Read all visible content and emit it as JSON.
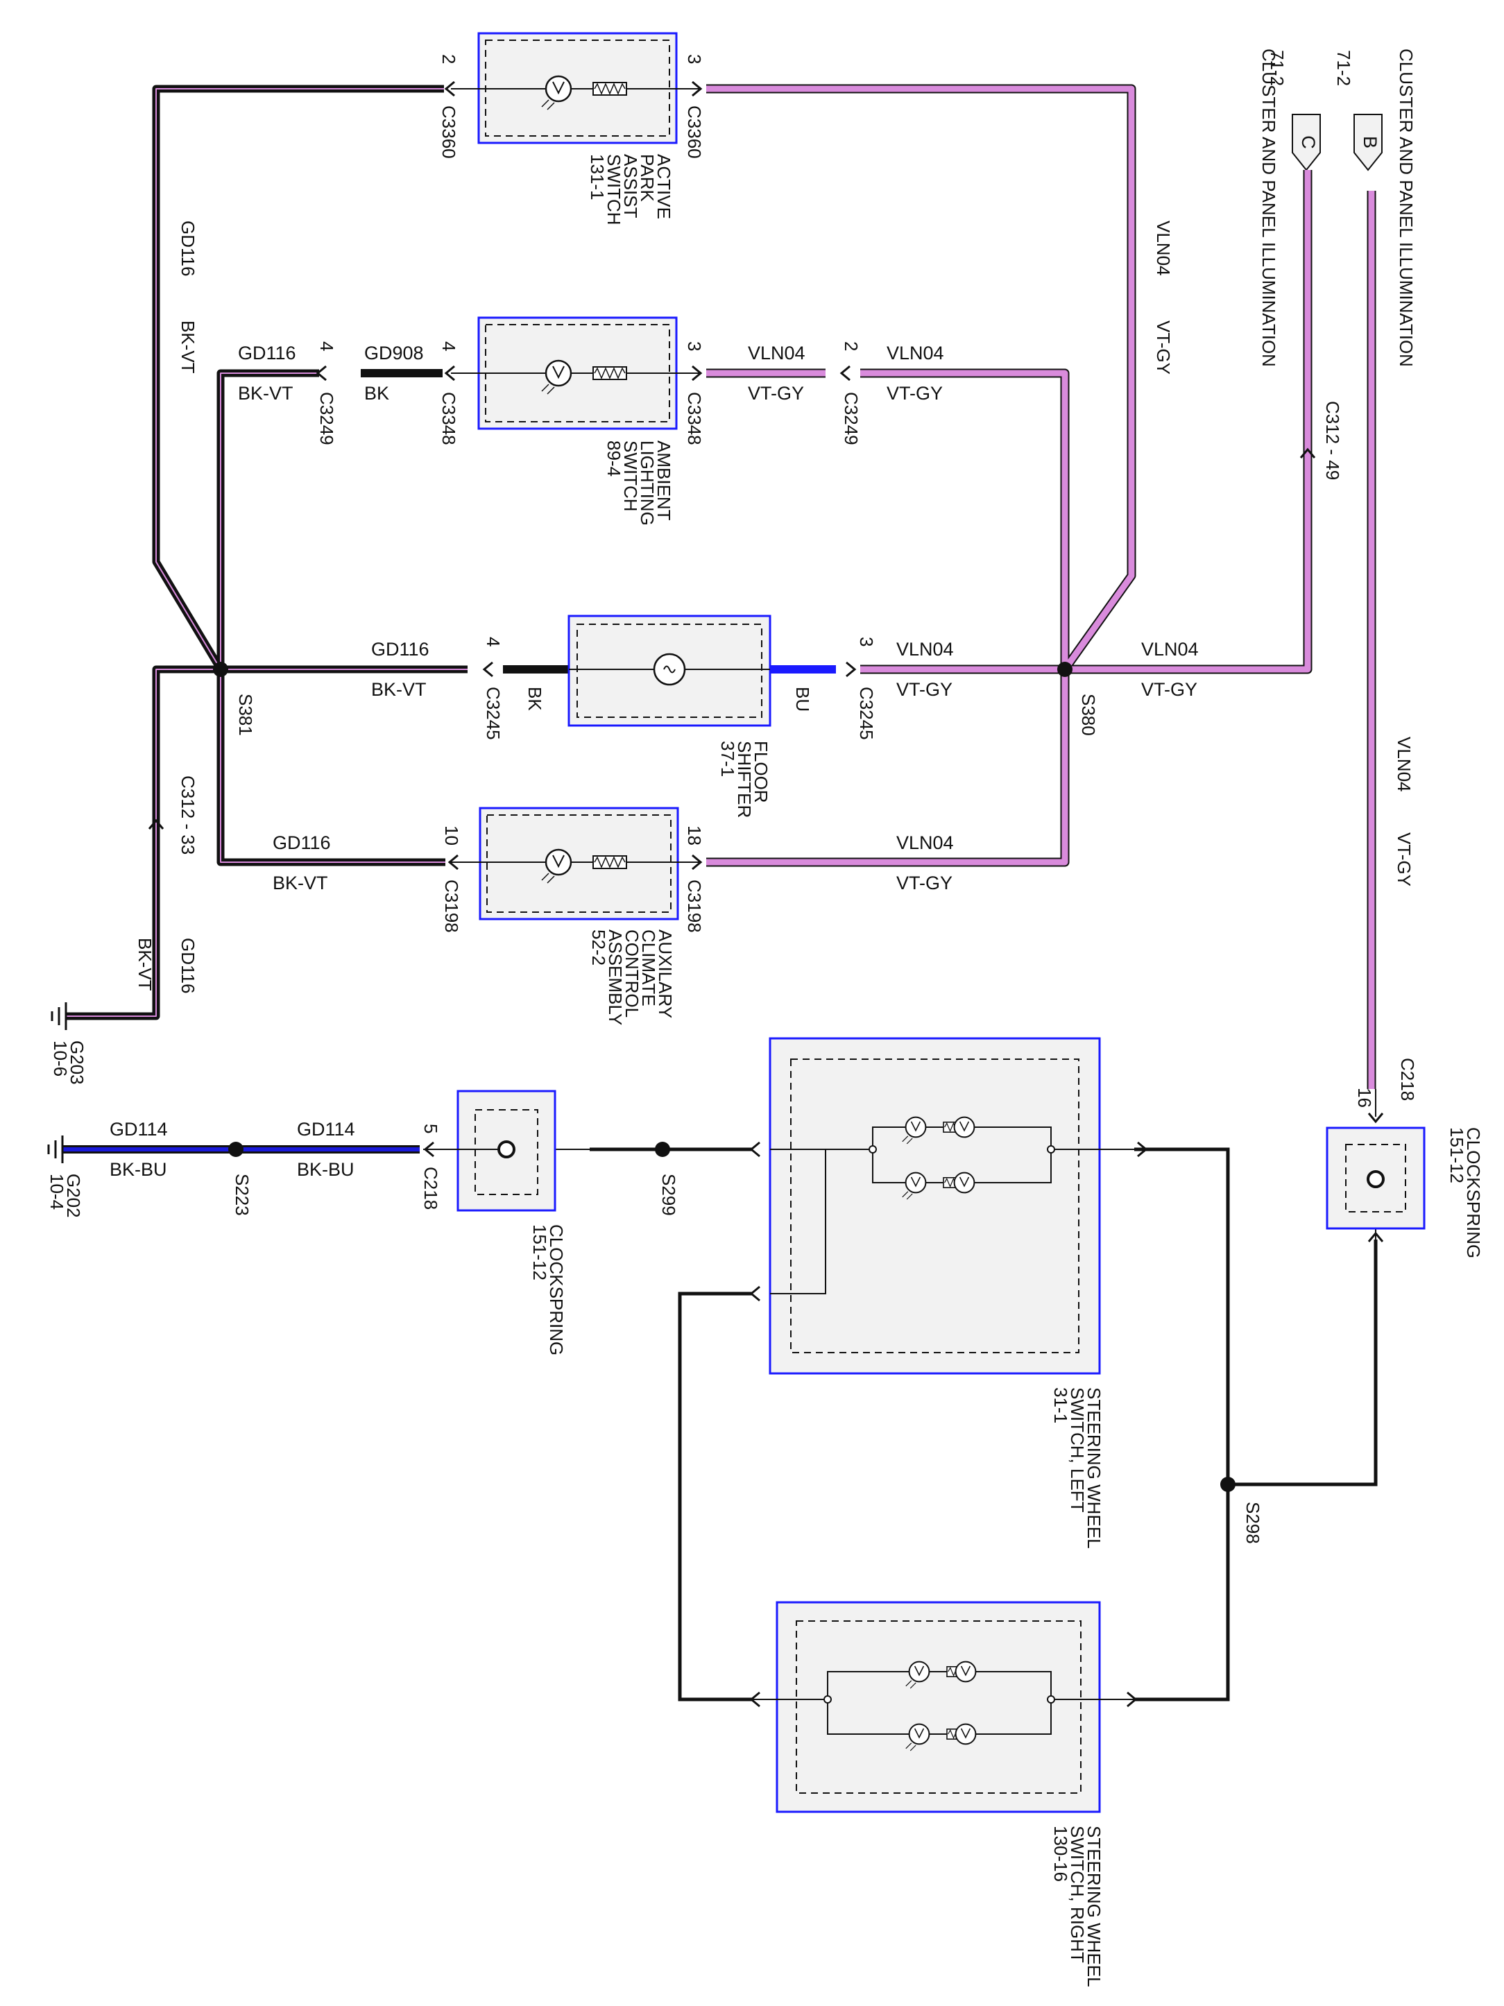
{
  "colors": {
    "vt_gy_wire": "#d98bdc",
    "bk_vt_wire": "#111111",
    "bk_bu_wire": "#1a1adb",
    "bu_wire": "#1a1aff",
    "component_border": "#1a1aff",
    "component_fill": "#f2f2f2"
  },
  "top_sources": {
    "c": {
      "pin": "C",
      "ref": "71-2",
      "label": "CLUSTER AND PANEL ILLUMINATION"
    },
    "b": {
      "pin": "B",
      "ref": "71-2",
      "label": "CLUSTER AND PANEL ILLUMINATION"
    }
  },
  "components": {
    "park_assist": {
      "lines": [
        "ACTIVE",
        "PARK",
        "ASSIST",
        "SWITCH",
        "131-1"
      ],
      "pin_left": "2",
      "pin_right": "3",
      "conn_left": "C3360",
      "conn_right": "C3360"
    },
    "ambient": {
      "lines": [
        "AMBIENT",
        "LIGHTING",
        "SWITCH",
        "89-4"
      ],
      "pin_left": "4",
      "pin_right": "3",
      "conn_left": "C3348",
      "conn_right": "C3348"
    },
    "shifter": {
      "lines": [
        "FLOOR",
        "SHIFTER",
        "37-1"
      ],
      "pin_left": "4",
      "pin_right": "3",
      "conn_left": "C3245",
      "conn_right": "C3245",
      "left_color": "BK",
      "right_color": "BU"
    },
    "aux_climate": {
      "lines": [
        "AUXILARY",
        "CLIMATE",
        "CONTROL",
        "ASSEMBLY",
        "52-2"
      ],
      "pin_left": "10",
      "pin_right": "18",
      "conn_left": "C3198",
      "conn_right": "C3198"
    },
    "clockspring_left": {
      "lines": [
        "CLOCKSPRING",
        "151-12"
      ],
      "pin": "5",
      "conn": "C218"
    },
    "clockspring_right": {
      "lines": [
        "CLOCKSPRING",
        "151-12"
      ],
      "pin": "16",
      "conn": "C218"
    },
    "steer_left": {
      "lines": [
        "STEERING WHEEL",
        "SWITCH, LEFT",
        "31-1"
      ]
    },
    "steer_right": {
      "lines": [
        "STEERING WHEEL",
        "SWITCH, RIGHT",
        "130-16"
      ]
    }
  },
  "wires": {
    "gd116": "GD116",
    "bk_vt": "BK-VT",
    "gd908": "GD908",
    "bk": "BK",
    "vln04": "VLN04",
    "vt_gy": "VT-GY",
    "gd114": "GD114",
    "bk_bu": "BK-BU"
  },
  "connectors": {
    "c3249_left_pin": "4",
    "c3249_left": "C3249",
    "c3249_right_pin": "2",
    "c3249_right": "C3249",
    "c312_33": "C312 - 33",
    "c312_49": "C312 - 49"
  },
  "splices": {
    "s381": "S381",
    "s380": "S380",
    "s223": "S223",
    "s299": "S299",
    "s298": "S298"
  },
  "grounds": {
    "g203": {
      "name": "G203",
      "ref": "10-6"
    },
    "g202": {
      "name": "G202",
      "ref": "10-4"
    }
  }
}
